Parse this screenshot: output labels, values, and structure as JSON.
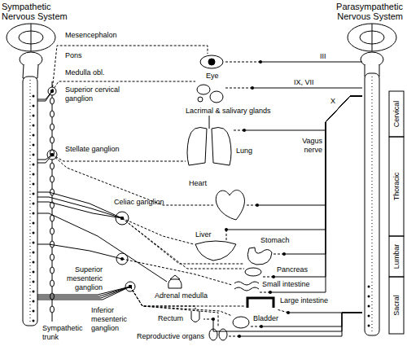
{
  "diagram": {
    "nodes": [
      {
        "text": [
          "Sympathetic Nervous System"
        ]
      },
      {
        "text": [
          "Parasympathetic Nervous System"
        ]
      },
      {
        "text": [
          "Eye"
        ]
      },
      {
        "text": [
          "Lacrimal & salivary glands"
        ]
      },
      {
        "text": [
          "Lung"
        ]
      },
      {
        "text": [
          "Heart"
        ]
      },
      {
        "text": [
          "Liver"
        ]
      },
      {
        "text": [
          "Stomach"
        ]
      },
      {
        "text": [
          "Pancreas"
        ]
      },
      {
        "text": [
          "Small intestine"
        ]
      },
      {
        "text": [
          "Adrenal medulla"
        ]
      },
      {
        "text": [
          "Large intestine"
        ]
      },
      {
        "text": [
          "Rectum"
        ]
      },
      {
        "text": [
          "Bladder"
        ]
      },
      {
        "text": [
          "Reproductive organs"
        ]
      }
    ],
    "edges": [
      {
        "from": 0,
        "to": 2,
        "arrow": "none"
      },
      {
        "from": 0,
        "to": 3,
        "arrow": "none"
      },
      {
        "from": 0,
        "to": 4,
        "arrow": "none"
      },
      {
        "from": 0,
        "to": 5,
        "arrow": "none"
      },
      {
        "from": 0,
        "to": 6,
        "arrow": "none"
      },
      {
        "from": 0,
        "to": 7,
        "arrow": "none"
      },
      {
        "from": 0,
        "to": 8,
        "arrow": "none"
      },
      {
        "from": 0,
        "to": 9,
        "arrow": "none"
      },
      {
        "from": 0,
        "to": 10,
        "arrow": "none"
      },
      {
        "from": 0,
        "to": 11,
        "arrow": "none"
      },
      {
        "from": 0,
        "to": 12,
        "arrow": "none"
      },
      {
        "from": 0,
        "to": 13,
        "arrow": "none"
      },
      {
        "from": 0,
        "to": 14,
        "arrow": "none"
      },
      {
        "from": 1,
        "to": 2,
        "label": "III",
        "arrow": "none"
      },
      {
        "from": 1,
        "to": 3,
        "label": "IX, VII",
        "arrow": "none"
      },
      {
        "from": 1,
        "to": 4,
        "label": "X",
        "arrow": "none"
      },
      {
        "from": 1,
        "to": 5,
        "arrow": "none"
      },
      {
        "from": 1,
        "to": 6,
        "arrow": "none"
      },
      {
        "from": 1,
        "to": 7,
        "arrow": "none"
      },
      {
        "from": 1,
        "to": 8,
        "arrow": "none"
      },
      {
        "from": 1,
        "to": 9,
        "arrow": "none"
      },
      {
        "from": 1,
        "to": 11,
        "arrow": "none"
      },
      {
        "from": 1,
        "to": 12,
        "arrow": "none"
      },
      {
        "from": 1,
        "to": 13,
        "arrow": "none"
      },
      {
        "from": 1,
        "to": 14,
        "arrow": "none"
      }
    ],
    "labels": [
      "Mesencephalon",
      "Pons",
      "Medulla obl.",
      "Superior cervical ganglion",
      "Stellate ganglion",
      "Celiac ganglion",
      "Superior mesenteric ganglion",
      "Inferior mesenteric ganglion",
      "Sympathetic trunk",
      "Vagus nerve",
      "Cervical",
      "Thoracic",
      "Lumbar",
      "Sacral"
    ]
  }
}
